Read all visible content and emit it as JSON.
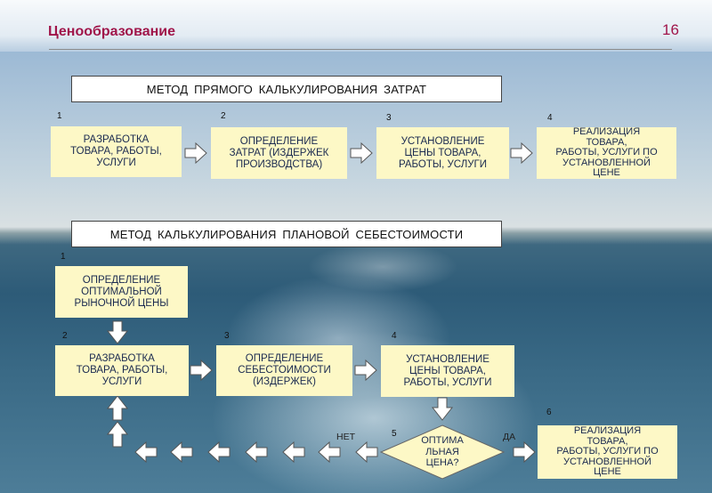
{
  "header": {
    "title": "Ценообразование",
    "page_number": "16"
  },
  "method1": {
    "title": "МЕТОД  ПРЯМОГО КАЛЬКУЛИРОВАНИЯ  ЗАТРАТ",
    "steps": [
      {
        "num": "1",
        "text": "РАЗРАБОТКА\nТОВАРА, РАБОТЫ,\nУСЛУГИ"
      },
      {
        "num": "2",
        "text": "ОПРЕДЕЛЕНИЕ\nЗАТРАТ (ИЗДЕРЖЕК\nПРОИЗВОДСТВА)"
      },
      {
        "num": "3",
        "text": "УСТАНОВЛЕНИЕ\nЦЕНЫ ТОВАРА,\nРАБОТЫ, УСЛУГИ"
      },
      {
        "num": "4",
        "text": "РЕАЛИЗАЦИЯ\nТОВАРА,\nРАБОТЫ, УСЛУГИ ПО\nУСТАНОВЛЕННОЙ\nЦЕНЕ"
      }
    ]
  },
  "method2": {
    "title": "МЕТОД  КАЛЬКУЛИРОВАНИЯ  ПЛАНОВОЙ  СЕБЕСТОИМОСТИ",
    "steps": [
      {
        "num": "1",
        "text": "ОПРЕДЕЛЕНИЕ\nОПТИМАЛЬНОЙ\nРЫНОЧНОЙ ЦЕНЫ"
      },
      {
        "num": "2",
        "text": "РАЗРАБОТКА\nТОВАРА, РАБОТЫ,\nУСЛУГИ"
      },
      {
        "num": "3",
        "text": "ОПРЕДЕЛЕНИЕ\nСЕБЕСТОИМОСТИ\n(ИЗДЕРЖЕК)"
      },
      {
        "num": "4",
        "text": "УСТАНОВЛЕНИЕ\nЦЕНЫ ТОВАРА,\nРАБОТЫ, УСЛУГИ"
      },
      {
        "num": "5",
        "text": "ОПТИМА\nЛЬНАЯ\nЦЕНА?"
      },
      {
        "num": "6",
        "text": "РЕАЛИЗАЦИЯ\nТОВАРА,\nРАБОТЫ, УСЛУГИ ПО\nУСТАНОВЛЕННОЙ\nЦЕНЕ"
      }
    ],
    "label_no": "НЕТ",
    "label_yes": "ДА"
  },
  "colors": {
    "box_fill": "#fdf8c6",
    "title": "#a0154a",
    "box_text": "#1a2a50"
  }
}
